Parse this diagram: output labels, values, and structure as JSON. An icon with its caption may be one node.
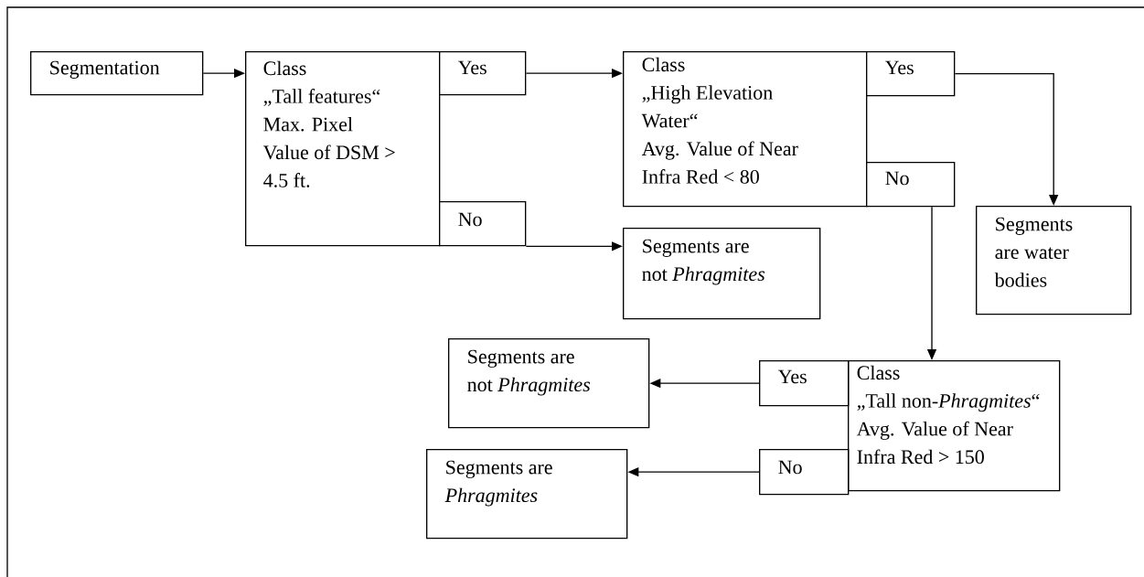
{
  "diagram": {
    "nodes": [
      {
        "text": [
          "Segmentation"
        ]
      },
      {
        "text": [
          "Class",
          "„Tall features“",
          "Max. Pixel Value of DSM > 4.5 ft."
        ]
      },
      {
        "text": [
          "Yes"
        ]
      },
      {
        "text": [
          "No"
        ]
      },
      {
        "text": [
          "Class",
          "„High Elevation Water“",
          "Avg. Value of Near Infra Red < 80"
        ]
      },
      {
        "text": [
          "Yes"
        ]
      },
      {
        "text": [
          "No"
        ]
      },
      {
        "text": [
          "Segments are not *Phragmites*"
        ]
      },
      {
        "text": [
          "Segments are water bodies"
        ]
      },
      {
        "text": [
          "Class",
          "„Tall non-*Phragmites*“",
          "Avg. Value of Near Infra Red > 150"
        ]
      },
      {
        "text": [
          "Yes"
        ]
      },
      {
        "text": [
          "No"
        ]
      },
      {
        "text": [
          "Segments are not *Phragmites*"
        ]
      },
      {
        "text": [
          "Segments are *Phragmites*"
        ]
      }
    ],
    "edges": [
      {
        "from": 0,
        "to": 1,
        "arrow": "to"
      },
      {
        "from": 2,
        "to": 4,
        "arrow": "to"
      },
      {
        "from": 5,
        "to": 8,
        "arrow": "to"
      },
      {
        "from": 3,
        "to": 7,
        "arrow": "to"
      },
      {
        "from": 6,
        "to": 9,
        "arrow": "to"
      },
      {
        "from": 10,
        "to": 12,
        "arrow": "to"
      },
      {
        "from": 11,
        "to": 13,
        "arrow": "to"
      }
    ]
  }
}
